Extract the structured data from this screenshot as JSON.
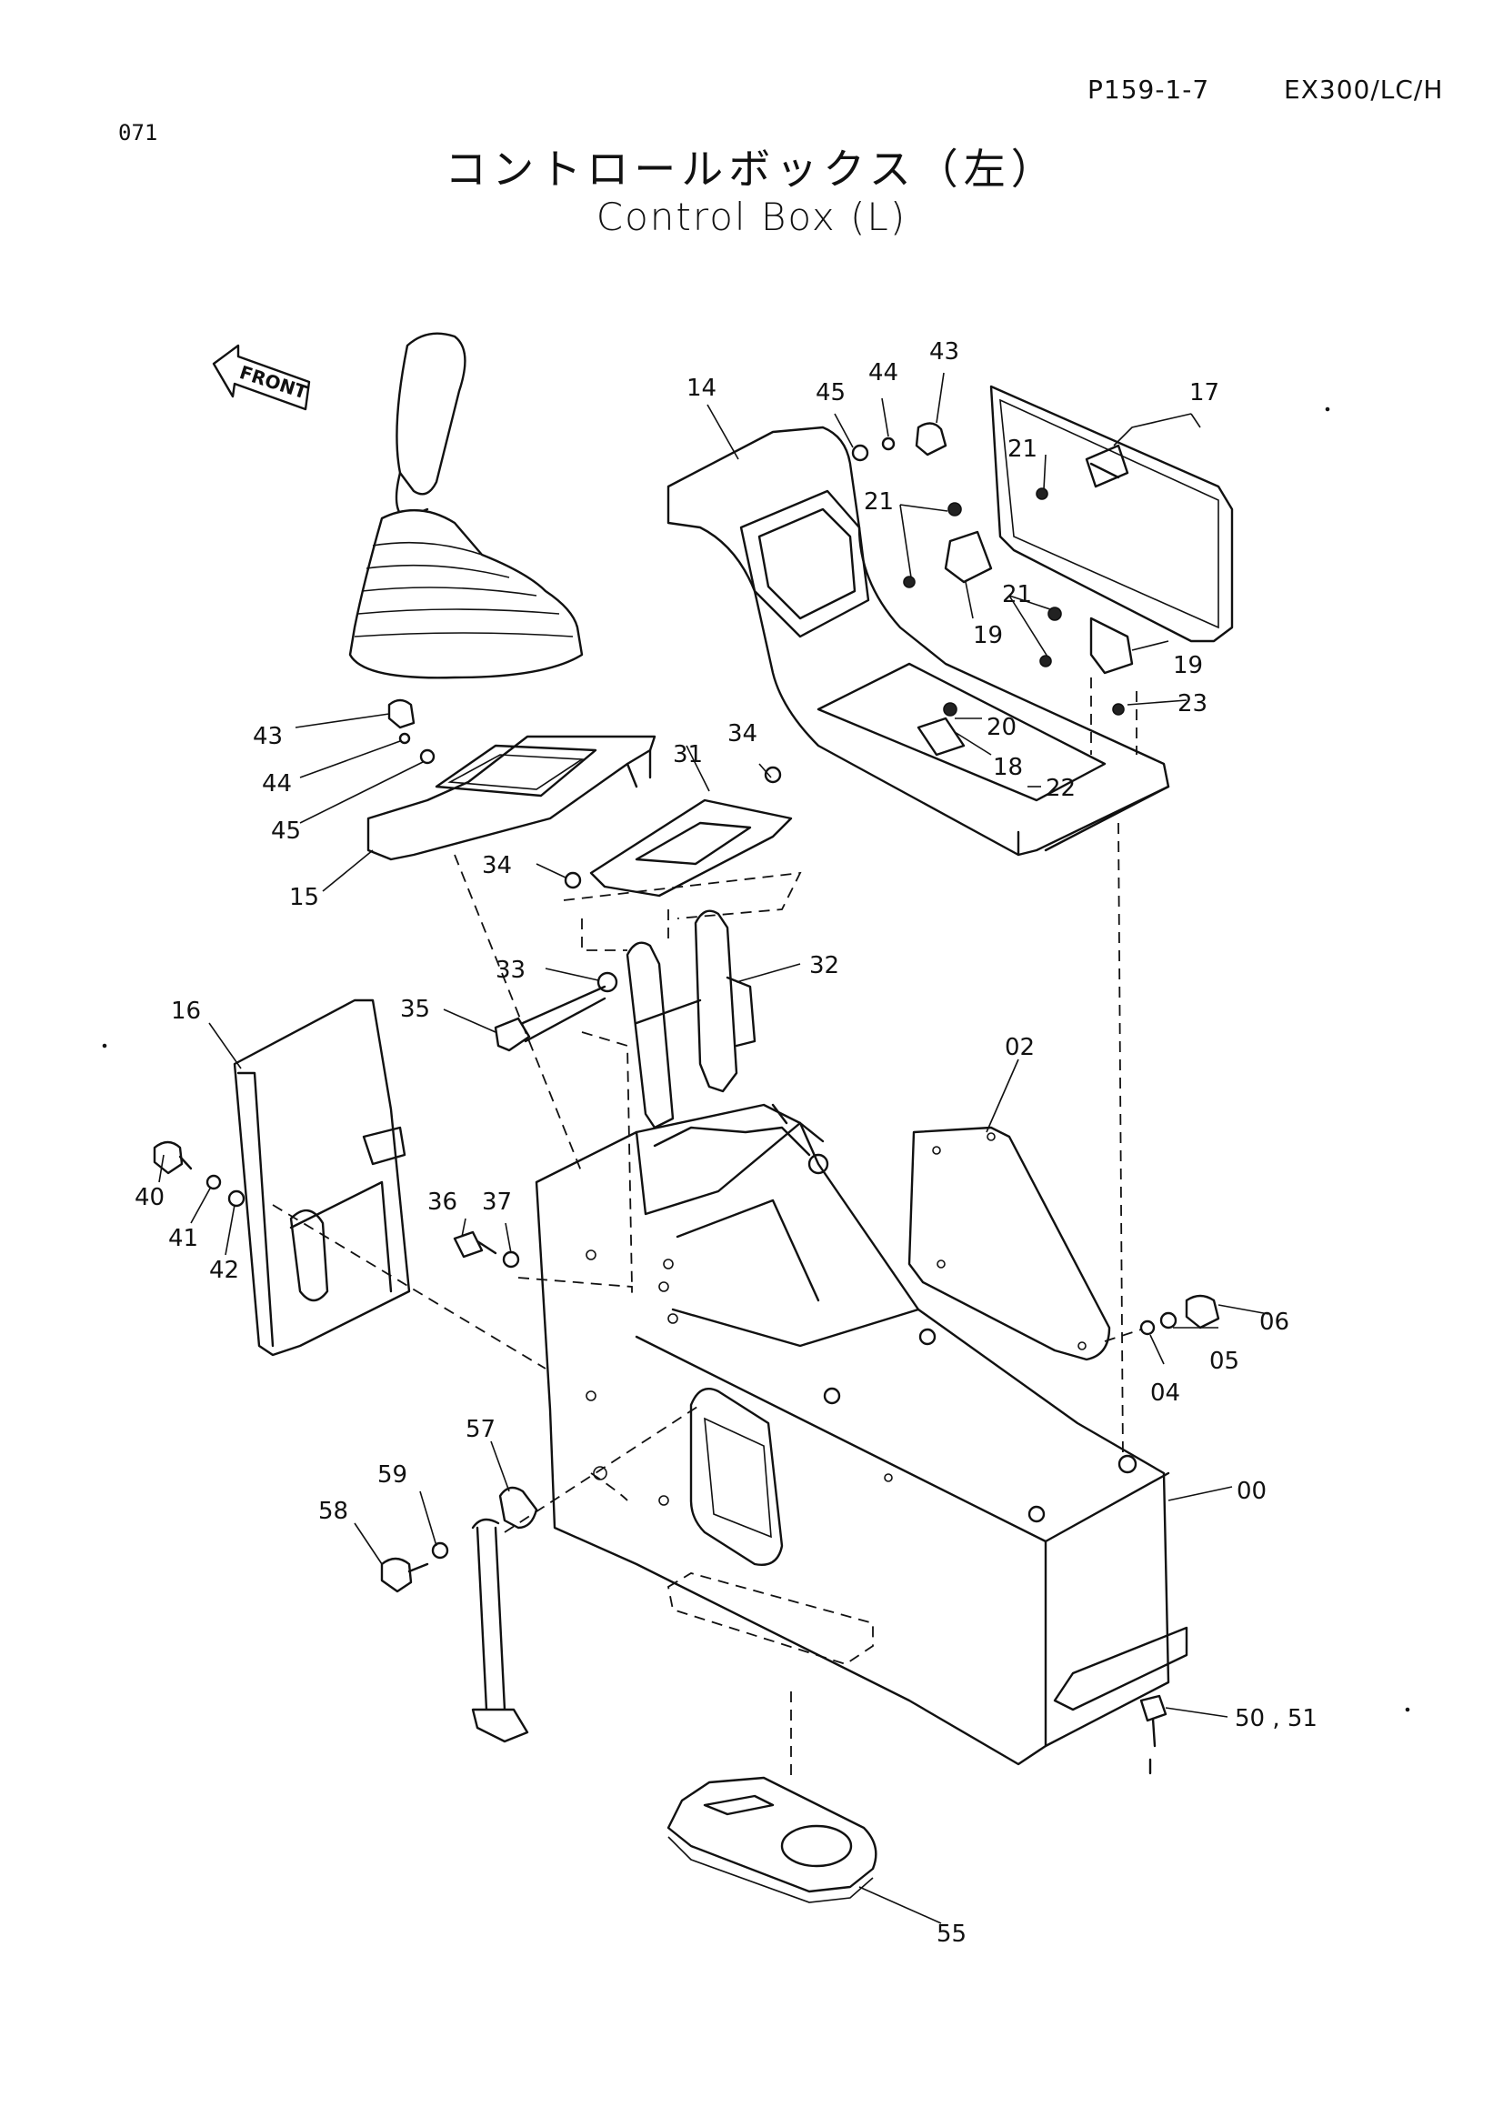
{
  "header": {
    "ref": "P159-1-7",
    "model": "EX300/LC/H",
    "page": "071"
  },
  "title": {
    "japanese": "コントロールボックス（左）",
    "english": "Control Box (L)"
  },
  "orientation_label": "FRONT",
  "callouts": [
    "14",
    "45",
    "44",
    "43",
    "17",
    "21",
    "21",
    "19",
    "21",
    "19",
    "20",
    "23",
    "18",
    "22",
    "43",
    "44",
    "45",
    "15",
    "31",
    "34",
    "34",
    "33",
    "32",
    "35",
    "16",
    "02",
    "40",
    "41",
    "42",
    "36",
    "37",
    "06",
    "05",
    "04",
    "00",
    "57",
    "59",
    "58",
    "50 , 51",
    "55"
  ]
}
